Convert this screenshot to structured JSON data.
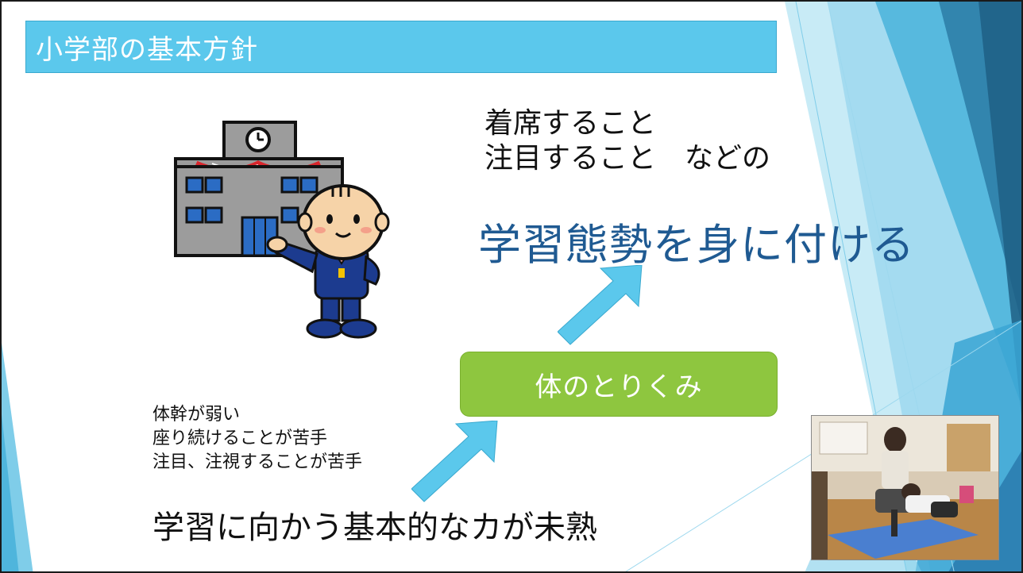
{
  "slide": {
    "title": "小学部の基本方針",
    "goal_lines": [
      "着席すること",
      "注目すること　などの"
    ],
    "goal_main": "学習態勢を身に付ける",
    "step_box": "体のとりくみ",
    "issues": [
      "体幹が弱い",
      "座り続けることが苦手",
      "注目、注視することが苦手"
    ],
    "base_statement": "学習に向かう基本的なカが未熟"
  },
  "colors": {
    "title_bar": "#5bc8ec",
    "goal_text": "#1f5a92",
    "step_box": "#8ec63f",
    "arrow": "#5bc8ec"
  },
  "icons": {
    "school_building": "school-building-icon",
    "student_character": "student-character-icon",
    "clock": "clock-icon"
  }
}
